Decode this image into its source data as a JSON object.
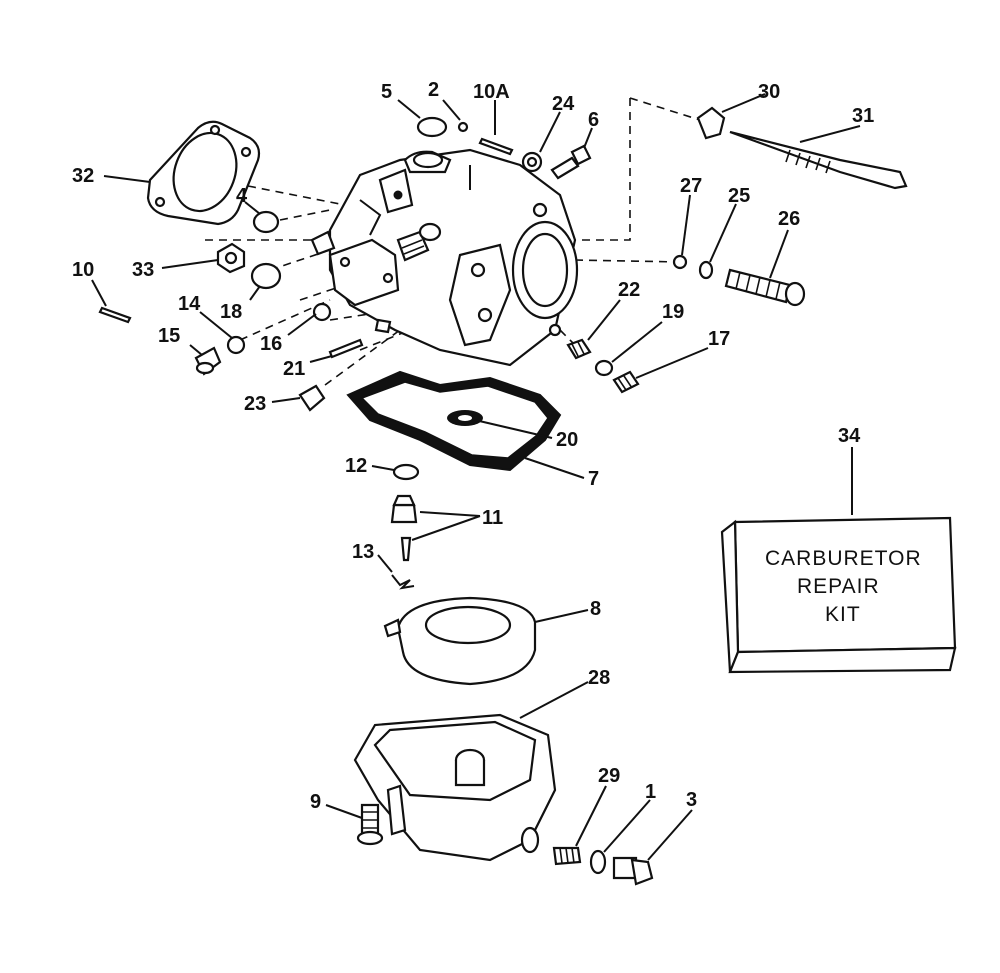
{
  "callouts": [
    {
      "id": "p5",
      "text": "5"
    },
    {
      "id": "p2",
      "text": "2"
    },
    {
      "id": "p10a",
      "text": "10A"
    },
    {
      "id": "p24",
      "text": "24"
    },
    {
      "id": "p6",
      "text": "6"
    },
    {
      "id": "p30",
      "text": "30"
    },
    {
      "id": "p31",
      "text": "31"
    },
    {
      "id": "p32",
      "text": "32"
    },
    {
      "id": "p4",
      "text": "4"
    },
    {
      "id": "p27",
      "text": "27"
    },
    {
      "id": "p25",
      "text": "25"
    },
    {
      "id": "p26",
      "text": "26"
    },
    {
      "id": "p10",
      "text": "10"
    },
    {
      "id": "p33",
      "text": "33"
    },
    {
      "id": "p14",
      "text": "14"
    },
    {
      "id": "p18",
      "text": "18"
    },
    {
      "id": "p15",
      "text": "15"
    },
    {
      "id": "p16",
      "text": "16"
    },
    {
      "id": "p22",
      "text": "22"
    },
    {
      "id": "p19",
      "text": "19"
    },
    {
      "id": "p17",
      "text": "17"
    },
    {
      "id": "p21",
      "text": "21"
    },
    {
      "id": "p23",
      "text": "23"
    },
    {
      "id": "p20",
      "text": "20"
    },
    {
      "id": "p7",
      "text": "7"
    },
    {
      "id": "p34",
      "text": "34"
    },
    {
      "id": "p12",
      "text": "12"
    },
    {
      "id": "p11",
      "text": "11"
    },
    {
      "id": "p13",
      "text": "13"
    },
    {
      "id": "p8",
      "text": "8"
    },
    {
      "id": "p28",
      "text": "28"
    },
    {
      "id": "p29",
      "text": "29"
    },
    {
      "id": "p1",
      "text": "1"
    },
    {
      "id": "p3",
      "text": "3"
    },
    {
      "id": "p9",
      "text": "9"
    }
  ],
  "kit": {
    "line1": "CARBURETOR",
    "line2": "REPAIR",
    "line3": "KIT"
  }
}
